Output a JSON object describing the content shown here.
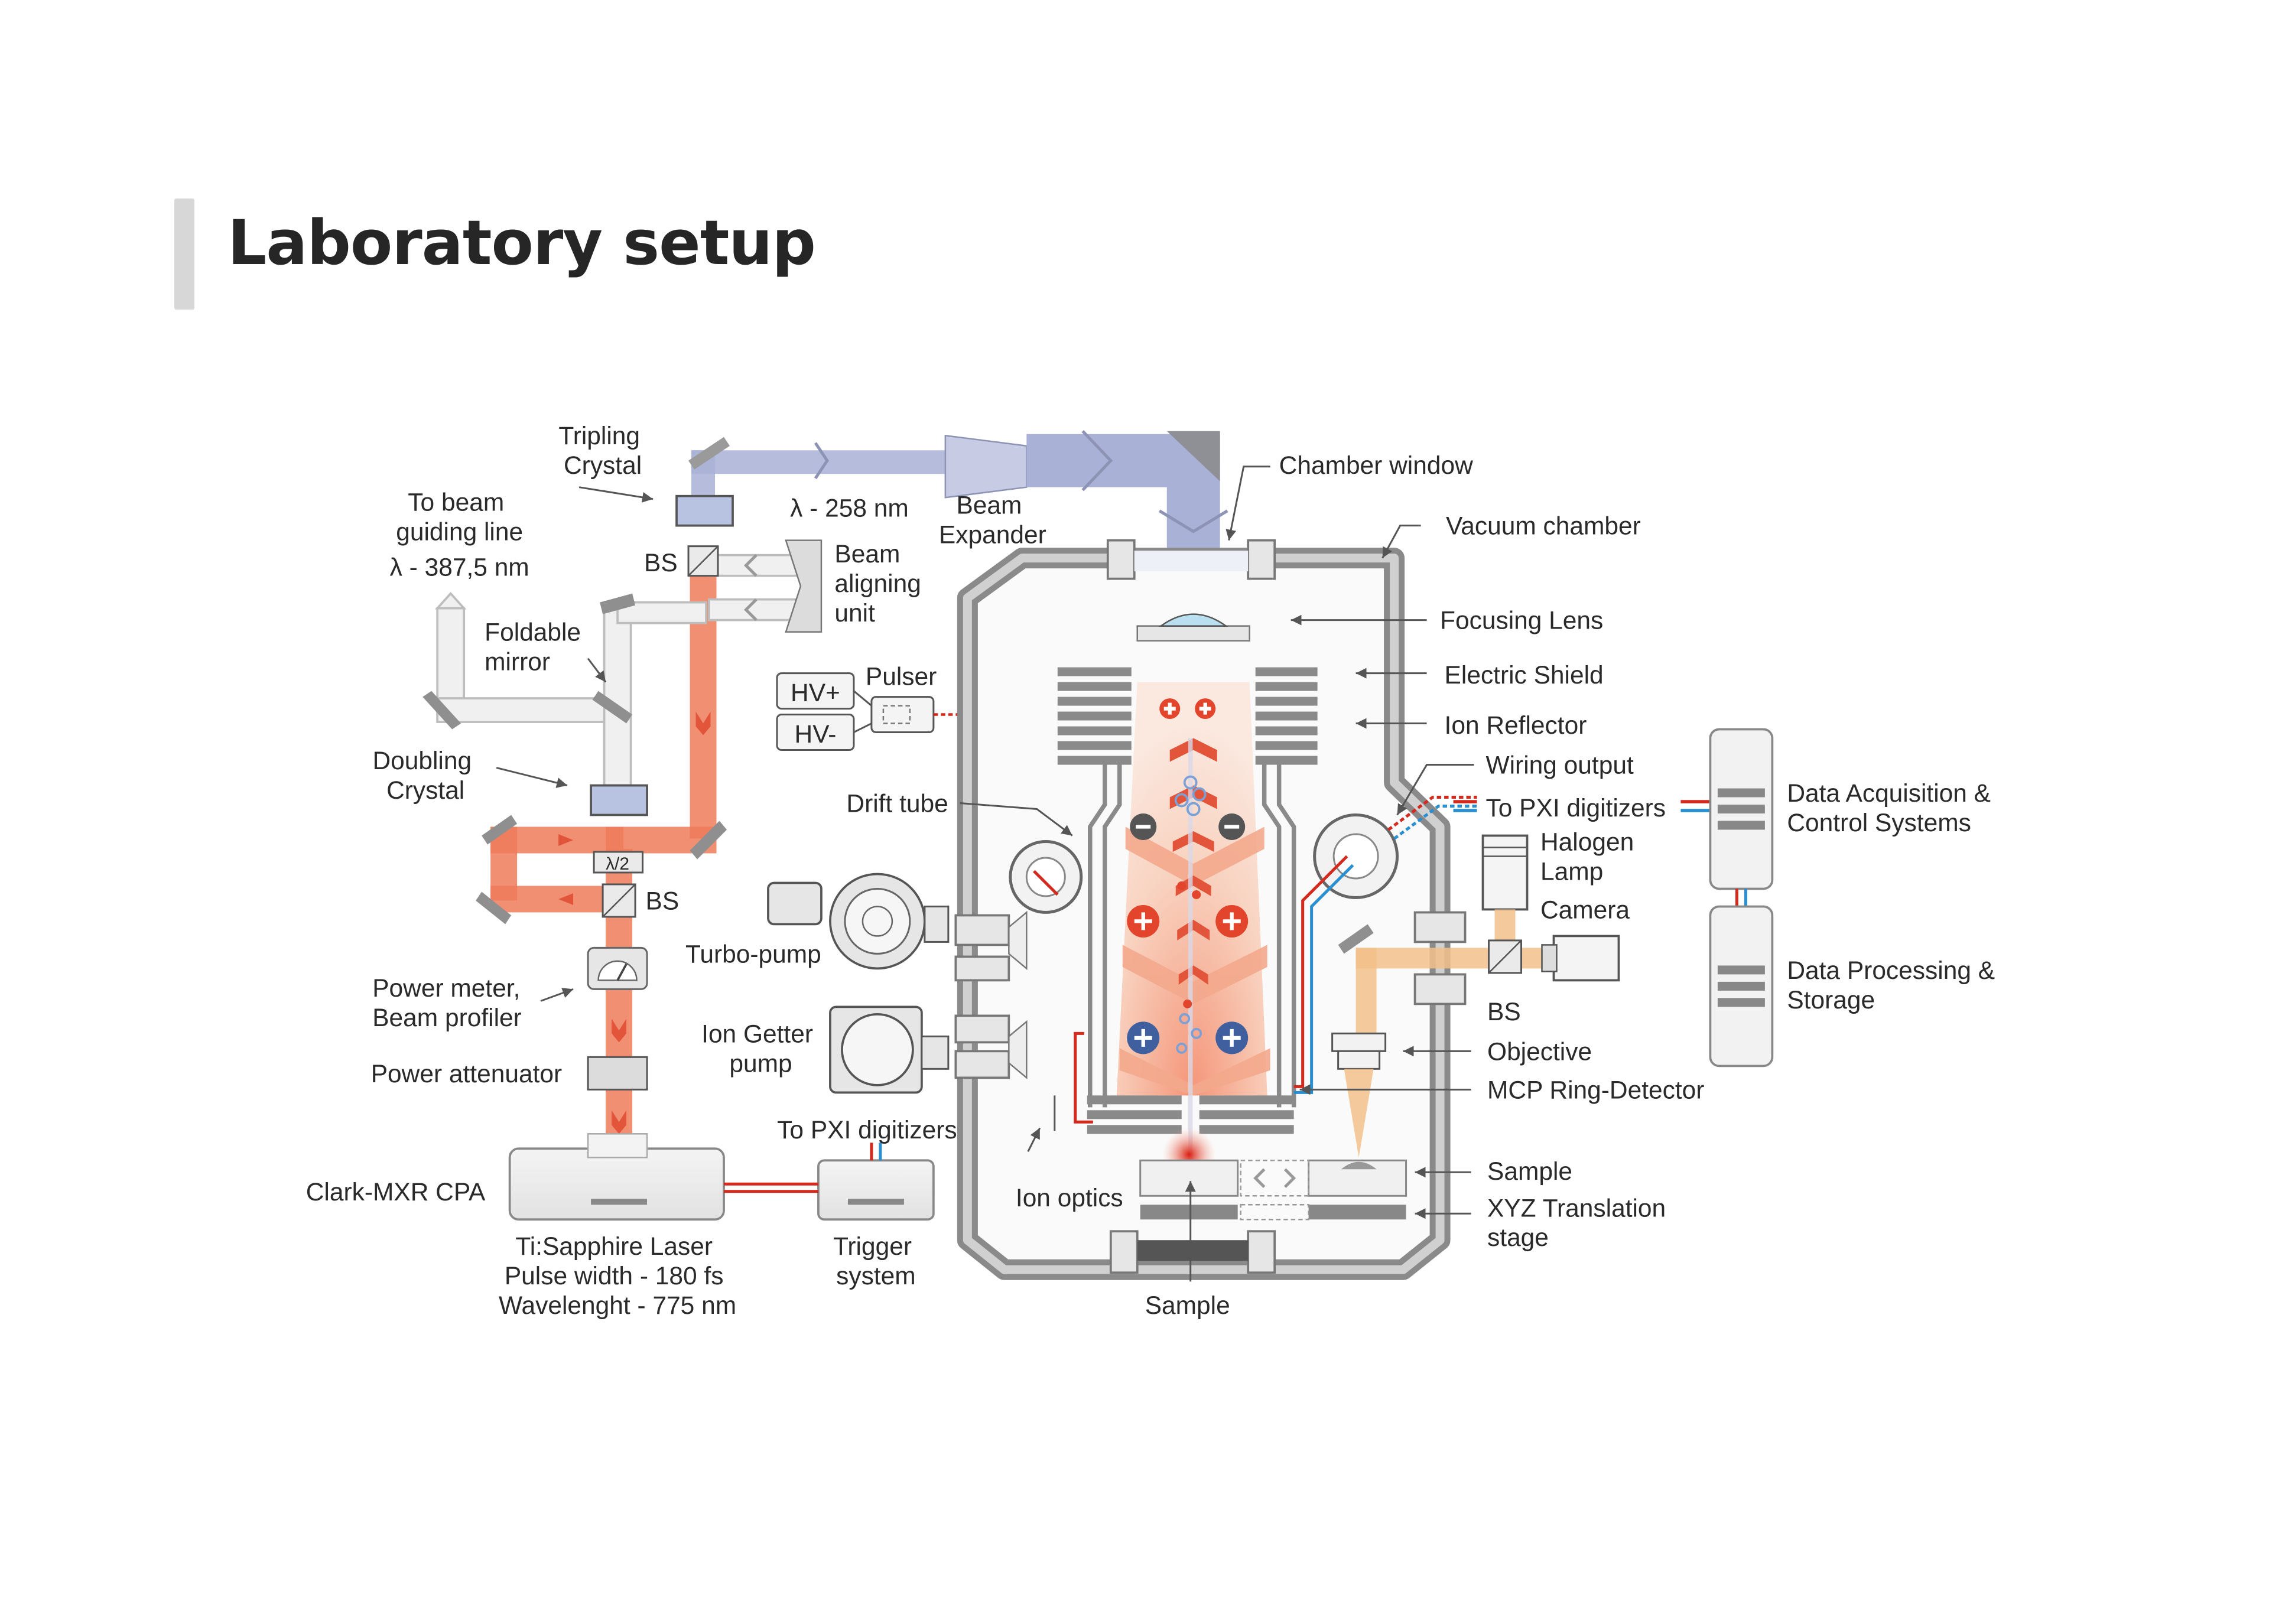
{
  "title": "Laboratory setup",
  "labels": {
    "tripling_crystal": [
      "Tripling",
      "Crystal"
    ],
    "to_beam_guiding_line": [
      "To beam",
      "guiding line"
    ],
    "lambda_387": "λ - 387,5 nm",
    "lambda_258": "λ - 258 nm",
    "beam_expander": [
      "Beam",
      "Expander"
    ],
    "chamber_window": "Chamber window",
    "vacuum_chamber": "Vacuum chamber",
    "bs_top": "BS",
    "beam_aligning_unit": [
      "Beam",
      "aligning",
      "unit"
    ],
    "foldable_mirror": [
      "Foldable",
      "mirror"
    ],
    "focusing_lens": "Focusing Lens",
    "pulser": "Pulser",
    "hv_plus": "HV+",
    "hv_minus": "HV-",
    "electric_shield": "Electric Shield",
    "ion_reflector": "Ion Reflector",
    "doubling_crystal": [
      "Doubling",
      "Crystal"
    ],
    "wiring_output": "Wiring output",
    "drift_tube": "Drift tube",
    "to_pxi_digitizers_right": "To PXI digitizers",
    "data_acquisition": [
      "Data Acquisition &",
      "Control Systems"
    ],
    "halogen_lamp": [
      "Halogen",
      "Lamp"
    ],
    "half_wave": "λ/2",
    "bs_mid": "BS",
    "camera": "Camera",
    "turbo_pump": "Turbo-pump",
    "power_meter": [
      "Power meter,",
      "Beam profiler"
    ],
    "data_processing": [
      "Data Processing &",
      "Storage"
    ],
    "bs_right": "BS",
    "ion_getter_pump": [
      "Ion Getter",
      "pump"
    ],
    "objective": "Objective",
    "power_attenuator": "Power attenuator",
    "mcp_ring_detector": "MCP Ring-Detector",
    "to_pxi_digitizers_bottom": "To PXI digitizers",
    "ion_optics": "Ion optics",
    "clark_mxr": "Clark-MXR CPA",
    "sample_right": "Sample",
    "xyz_stage": [
      "XYZ Translation",
      "stage"
    ],
    "laser_info": [
      "Ti:Sapphire Laser",
      "Pulse width - 180 fs",
      "Wavelenght - 775 nm"
    ],
    "trigger_system": [
      "Trigger",
      "system"
    ],
    "sample_bottom": "Sample"
  },
  "colors": {
    "uv_beam": "#a9b2d6",
    "laser_beam": "#ef7b5a",
    "arrow_red": "#e2553a",
    "chamber_gray": "#8a8a8a",
    "plume": "#f6c4ad",
    "ion_red": "#e2452b",
    "ion_blue": "#3f5f9e",
    "wire_red": "#d42a1e",
    "wire_blue": "#2a8fd1",
    "camera_beam": "#f2c08a"
  }
}
